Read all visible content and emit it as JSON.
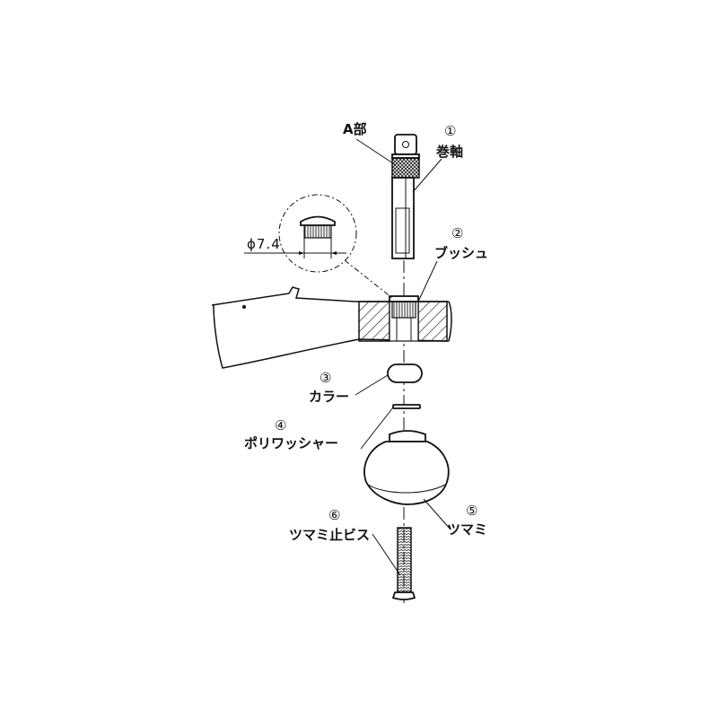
{
  "labels": {
    "a_part": "A部",
    "dimension": "ϕ7.4",
    "parts": [
      {
        "number": "①",
        "name": "巻軸"
      },
      {
        "number": "②",
        "name": "ブッシュ"
      },
      {
        "number": "③",
        "name": "カラー"
      },
      {
        "number": "④",
        "name": "ポリワッシャー"
      },
      {
        "number": "⑤",
        "name": "ツマミ"
      },
      {
        "number": "⑥",
        "name": "ツマミ止ビス"
      }
    ]
  }
}
